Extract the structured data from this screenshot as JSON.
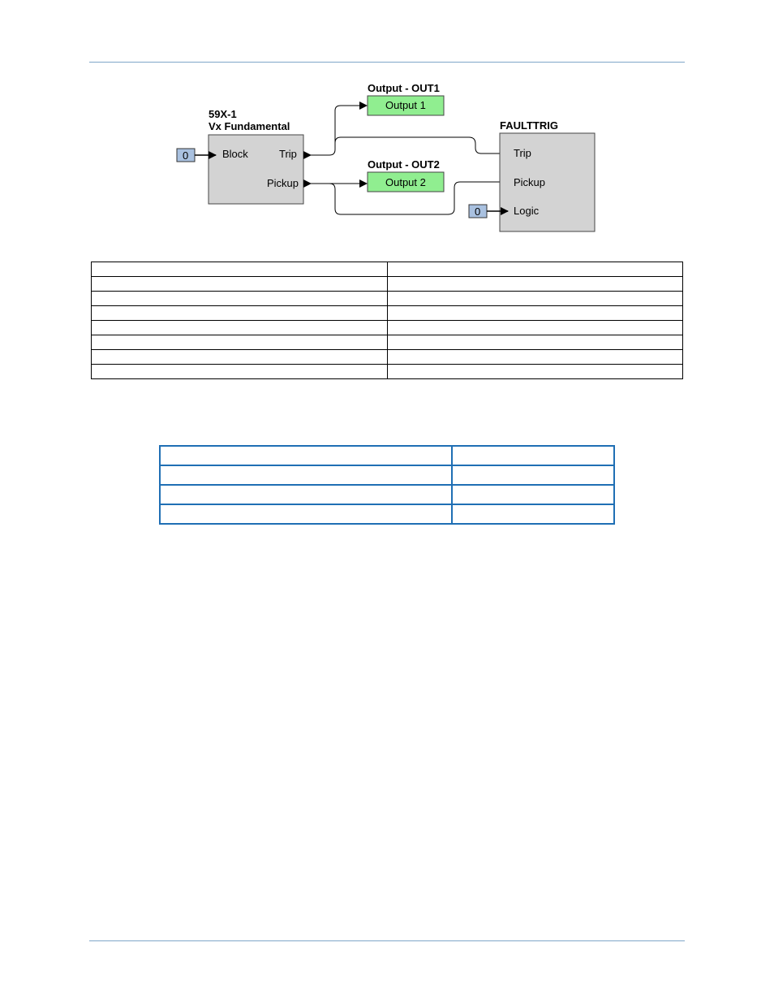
{
  "diagram": {
    "element_59x": {
      "title": "59X-1",
      "subtitle": "Vx Fundamental",
      "in_block": "Block",
      "out_trip": "Trip",
      "out_pickup": "Pickup",
      "block_input_value": "0"
    },
    "out1": {
      "title": "Output - OUT1",
      "label": "Output 1"
    },
    "out2": {
      "title": "Output - OUT2",
      "label": "Output 2"
    },
    "faulttrig": {
      "title": "FAULTTRIG",
      "in_trip": "Trip",
      "in_pickup": "Pickup",
      "in_logic": "Logic",
      "logic_input_value": "0"
    },
    "colors": {
      "block_fill": "#d3d3d3",
      "output_fill": "#90ee90",
      "const_fill": "#a9c1e0",
      "table_border_blue": "#1f6fb4",
      "rule_color": "#7fa7c9"
    }
  },
  "settings_table": {
    "rows": 8,
    "columns": 2
  },
  "outputs_table": {
    "rows": 4,
    "columns": 2
  }
}
